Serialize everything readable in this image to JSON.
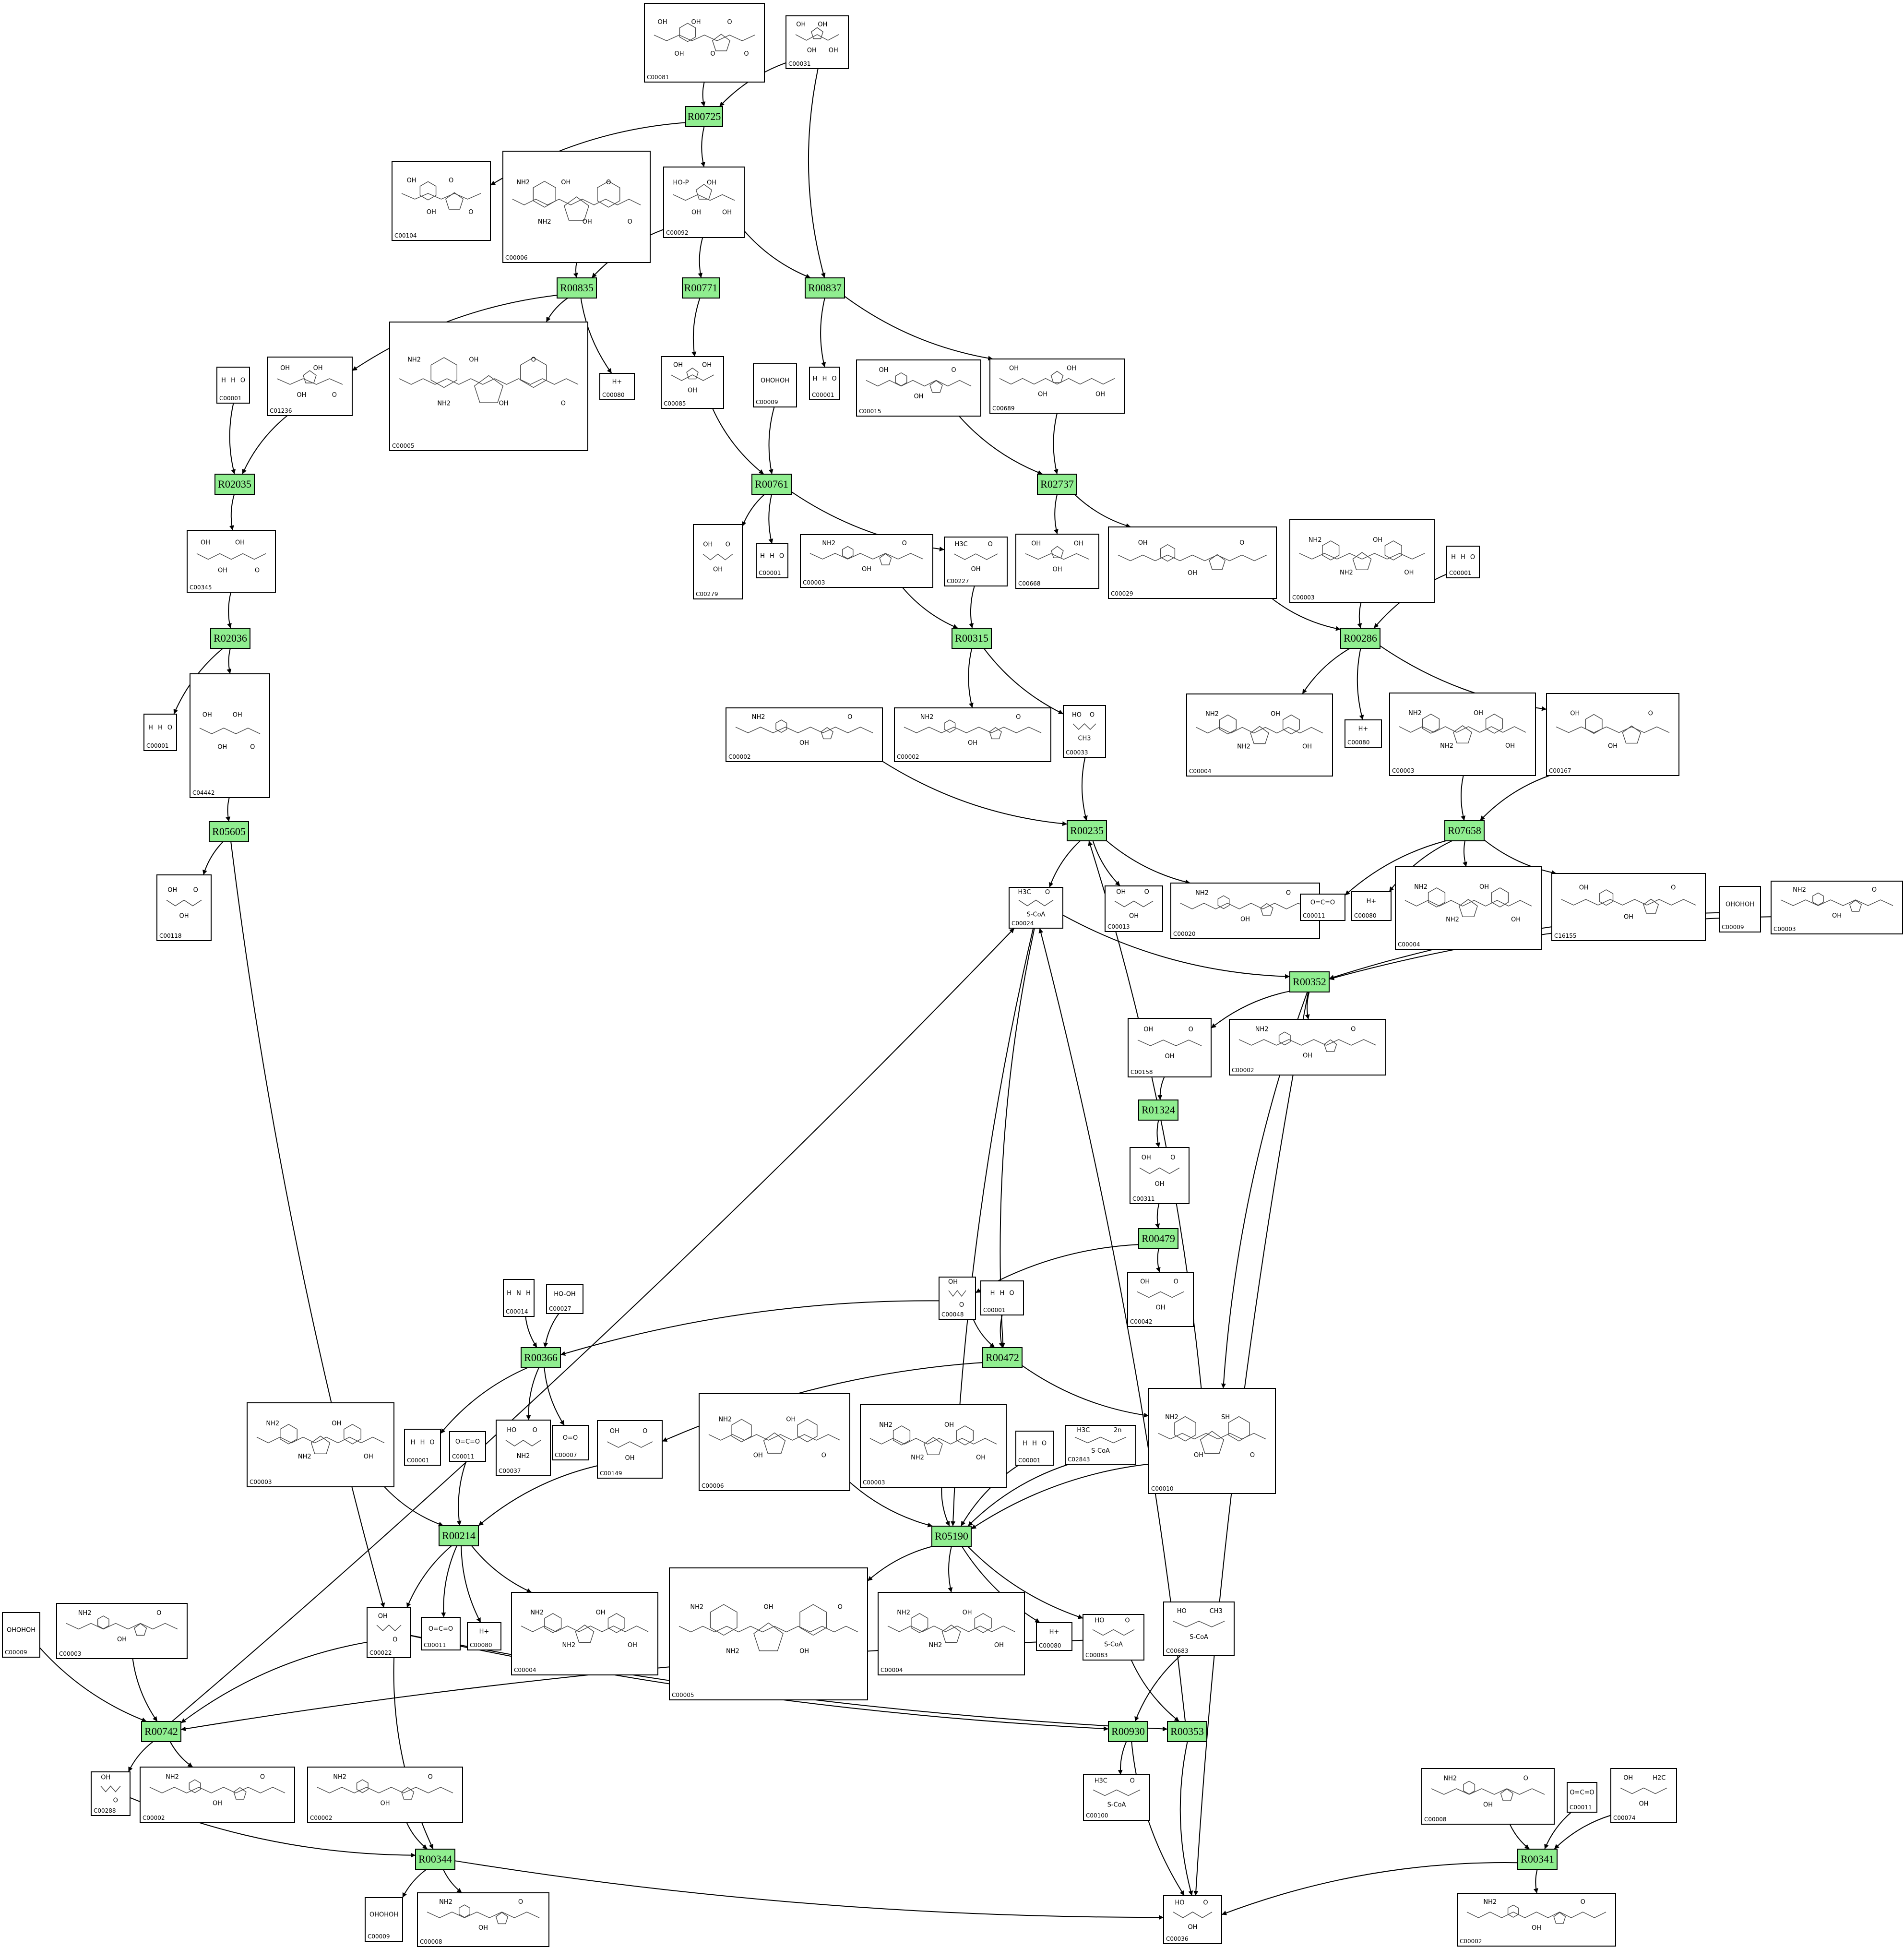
{
  "colors": {
    "reaction_fill": "#90EE90",
    "stroke": "#000000",
    "background": "#ffffff"
  },
  "compounds": [
    {
      "id": "c1",
      "label": "C00081",
      "structure": "nucleotide",
      "atoms": [
        "OH",
        "OH",
        "OH",
        "O",
        "O",
        "O"
      ]
    },
    {
      "id": "c2",
      "label": "C00031",
      "structure": "sugar",
      "atoms": [
        "OH",
        "OH",
        "OH",
        "OH"
      ]
    },
    {
      "id": "c3",
      "label": "C00104",
      "structure": "nucleotide",
      "atoms": [
        "OH",
        "OH",
        "O",
        "O"
      ]
    },
    {
      "id": "c4",
      "label": "C00006",
      "structure": "large",
      "atoms": [
        "NH2",
        "NH2",
        "OH",
        "OH",
        "O",
        "O"
      ]
    },
    {
      "id": "c5",
      "label": "C00092",
      "structure": "sugar",
      "atoms": [
        "HO-P",
        "OH",
        "OH",
        "OH"
      ]
    },
    {
      "id": "c6",
      "label": "C01236",
      "structure": "sugar",
      "atoms": [
        "OH",
        "OH",
        "OH",
        "O"
      ]
    },
    {
      "id": "c7",
      "label": "C00001",
      "structure": "small",
      "atoms": [
        "H",
        "H",
        "O"
      ]
    },
    {
      "id": "c8",
      "label": "C00005",
      "structure": "large",
      "atoms": [
        "NH2",
        "NH2",
        "OH",
        "OH",
        "O",
        "O"
      ]
    },
    {
      "id": "c9",
      "label": "C00080",
      "structure": "small",
      "atoms": [
        "H+"
      ]
    },
    {
      "id": "c10",
      "label": "C00085",
      "structure": "sugar",
      "atoms": [
        "OH",
        "OH",
        "OH"
      ]
    },
    {
      "id": "c11",
      "label": "C00009",
      "structure": "small",
      "atoms": [
        "OH",
        "OH",
        "OH"
      ]
    },
    {
      "id": "c12",
      "label": "C00001",
      "structure": "small",
      "atoms": [
        "H",
        "H",
        "O"
      ]
    },
    {
      "id": "c13",
      "label": "C00015",
      "structure": "nucleotide",
      "atoms": [
        "OH",
        "OH",
        "O"
      ]
    },
    {
      "id": "c14",
      "label": "C00689",
      "structure": "sugar",
      "atoms": [
        "OH",
        "OH",
        "OH",
        "OH"
      ]
    },
    {
      "id": "c15",
      "label": "C00345",
      "structure": "chain",
      "atoms": [
        "OH",
        "OH",
        "OH",
        "O"
      ]
    },
    {
      "id": "c16",
      "label": "C00279",
      "structure": "chain",
      "atoms": [
        "OH",
        "OH",
        "O"
      ]
    },
    {
      "id": "c17",
      "label": "C00001",
      "structure": "small",
      "atoms": [
        "H",
        "H",
        "O"
      ]
    },
    {
      "id": "c18",
      "label": "C00003",
      "structure": "nucleotide",
      "atoms": [
        "NH2",
        "OH",
        "O"
      ]
    },
    {
      "id": "c19",
      "label": "C00227",
      "structure": "chain",
      "atoms": [
        "H3C",
        "OH",
        "O"
      ]
    },
    {
      "id": "c20",
      "label": "C00668",
      "structure": "sugar",
      "atoms": [
        "OH",
        "OH",
        "OH"
      ]
    },
    {
      "id": "c21",
      "label": "C00029",
      "structure": "nucleotide",
      "atoms": [
        "OH",
        "OH",
        "O"
      ]
    },
    {
      "id": "c22",
      "label": "C00003",
      "structure": "large",
      "atoms": [
        "NH2",
        "NH2",
        "OH",
        "OH"
      ]
    },
    {
      "id": "c23",
      "label": "C00001",
      "structure": "small",
      "atoms": [
        "H",
        "H",
        "O"
      ]
    },
    {
      "id": "c24",
      "label": "C00001",
      "structure": "small",
      "atoms": [
        "H",
        "H",
        "O"
      ]
    },
    {
      "id": "c25",
      "label": "C04442",
      "structure": "chain",
      "atoms": [
        "OH",
        "OH",
        "OH",
        "O"
      ]
    },
    {
      "id": "c26",
      "label": "C00002",
      "structure": "nucleotide",
      "atoms": [
        "NH2",
        "OH",
        "O"
      ]
    },
    {
      "id": "c27",
      "label": "C00002",
      "structure": "nucleotide",
      "atoms": [
        "NH2",
        "OH",
        "O"
      ]
    },
    {
      "id": "c28",
      "label": "C00033",
      "structure": "chain",
      "atoms": [
        "HO",
        "CH3",
        "O"
      ]
    },
    {
      "id": "c29",
      "label": "C00004",
      "structure": "large",
      "atoms": [
        "NH2",
        "NH2",
        "OH",
        "OH"
      ]
    },
    {
      "id": "c30",
      "label": "C00080",
      "structure": "small",
      "atoms": [
        "H+"
      ]
    },
    {
      "id": "c31",
      "label": "C00003",
      "structure": "large",
      "atoms": [
        "NH2",
        "NH2",
        "OH",
        "OH"
      ]
    },
    {
      "id": "c32",
      "label": "C00167",
      "structure": "nucleotide",
      "atoms": [
        "OH",
        "OH",
        "O"
      ]
    },
    {
      "id": "c33",
      "label": "C00118",
      "structure": "chain",
      "atoms": [
        "OH",
        "OH",
        "O"
      ]
    },
    {
      "id": "c34",
      "label": "C00024",
      "structure": "chain",
      "atoms": [
        "H3C",
        "S-CoA",
        "O"
      ]
    },
    {
      "id": "c35",
      "label": "C00013",
      "structure": "chain",
      "atoms": [
        "OH",
        "OH",
        "O"
      ]
    },
    {
      "id": "c36",
      "label": "C00020",
      "structure": "nucleotide",
      "atoms": [
        "NH2",
        "OH",
        "O"
      ]
    },
    {
      "id": "c37",
      "label": "C00011",
      "structure": "small",
      "atoms": [
        "O=C=O"
      ]
    },
    {
      "id": "c38",
      "label": "C00080",
      "structure": "small",
      "atoms": [
        "H+"
      ]
    },
    {
      "id": "c39",
      "label": "C00004",
      "structure": "large",
      "atoms": [
        "NH2",
        "NH2",
        "OH",
        "OH"
      ]
    },
    {
      "id": "c40",
      "label": "C16155",
      "structure": "nucleotide",
      "atoms": [
        "OH",
        "OH",
        "O"
      ]
    },
    {
      "id": "c41",
      "label": "C00009",
      "structure": "small",
      "atoms": [
        "OH",
        "OH",
        "OH"
      ]
    },
    {
      "id": "c42",
      "label": "C00003",
      "structure": "nucleotide",
      "atoms": [
        "NH2",
        "OH",
        "O"
      ]
    },
    {
      "id": "c43",
      "label": "C00158",
      "structure": "chain",
      "atoms": [
        "OH",
        "OH",
        "O"
      ]
    },
    {
      "id": "c44",
      "label": "C00002",
      "structure": "nucleotide",
      "atoms": [
        "NH2",
        "OH",
        "O"
      ]
    },
    {
      "id": "c45",
      "label": "C00311",
      "structure": "chain",
      "atoms": [
        "OH",
        "OH",
        "O"
      ]
    },
    {
      "id": "c46",
      "label": "C00042",
      "structure": "chain",
      "atoms": [
        "OH",
        "OH",
        "O"
      ]
    },
    {
      "id": "c47",
      "label": "C00014",
      "structure": "small",
      "atoms": [
        "H",
        "N",
        "H"
      ]
    },
    {
      "id": "c48",
      "label": "C00027",
      "structure": "small",
      "atoms": [
        "HO-OH"
      ]
    },
    {
      "id": "c49",
      "label": "C00048",
      "structure": "chain",
      "atoms": [
        "OH",
        "O"
      ]
    },
    {
      "id": "c50",
      "label": "C00001",
      "structure": "small",
      "atoms": [
        "H",
        "H",
        "O"
      ]
    },
    {
      "id": "c51",
      "label": "C00003",
      "structure": "large",
      "atoms": [
        "NH2",
        "NH2",
        "OH",
        "OH"
      ]
    },
    {
      "id": "c52",
      "label": "C00001",
      "structure": "small",
      "atoms": [
        "H",
        "H",
        "O"
      ]
    },
    {
      "id": "c53",
      "label": "C00011",
      "structure": "small",
      "atoms": [
        "O=C=O"
      ]
    },
    {
      "id": "c54",
      "label": "C00037",
      "structure": "chain",
      "atoms": [
        "HO",
        "NH2",
        "O"
      ]
    },
    {
      "id": "c55",
      "label": "C00007",
      "structure": "small",
      "atoms": [
        "O=O"
      ]
    },
    {
      "id": "c56",
      "label": "C00149",
      "structure": "chain",
      "atoms": [
        "OH",
        "OH",
        "O"
      ]
    },
    {
      "id": "c57",
      "label": "C00006",
      "structure": "large",
      "atoms": [
        "NH2",
        "OH",
        "OH",
        "O"
      ]
    },
    {
      "id": "c58",
      "label": "C00003",
      "structure": "large",
      "atoms": [
        "NH2",
        "NH2",
        "OH",
        "OH"
      ]
    },
    {
      "id": "c59",
      "label": "C00001",
      "structure": "small",
      "atoms": [
        "H",
        "H",
        "O"
      ]
    },
    {
      "id": "c60",
      "label": "C02843",
      "structure": "chain",
      "atoms": [
        "H3C",
        "S-CoA",
        "2n"
      ]
    },
    {
      "id": "c61",
      "label": "C00010",
      "structure": "large",
      "atoms": [
        "NH2",
        "OH",
        "SH",
        "O"
      ]
    },
    {
      "id": "c62",
      "label": "C00009",
      "structure": "small",
      "atoms": [
        "OH",
        "OH",
        "OH"
      ]
    },
    {
      "id": "c63",
      "label": "C00003",
      "structure": "nucleotide",
      "atoms": [
        "NH2",
        "OH",
        "O"
      ]
    },
    {
      "id": "c64",
      "label": "C00022",
      "structure": "chain",
      "atoms": [
        "OH",
        "O"
      ]
    },
    {
      "id": "c65",
      "label": "C00011",
      "structure": "small",
      "atoms": [
        "O=C=O"
      ]
    },
    {
      "id": "c66",
      "label": "C00080",
      "structure": "small",
      "atoms": [
        "H+"
      ]
    },
    {
      "id": "c67",
      "label": "C00004",
      "structure": "large",
      "atoms": [
        "NH2",
        "NH2",
        "OH",
        "OH"
      ]
    },
    {
      "id": "c68",
      "label": "C00005",
      "structure": "large",
      "atoms": [
        "NH2",
        "NH2",
        "OH",
        "OH",
        "O"
      ]
    },
    {
      "id": "c69",
      "label": "C00004",
      "structure": "large",
      "atoms": [
        "NH2",
        "NH2",
        "OH",
        "OH"
      ]
    },
    {
      "id": "c70",
      "label": "C00080",
      "structure": "small",
      "atoms": [
        "H+"
      ]
    },
    {
      "id": "c71",
      "label": "C00083",
      "structure": "chain",
      "atoms": [
        "HO",
        "S-CoA",
        "O"
      ]
    },
    {
      "id": "c72",
      "label": "C00683",
      "structure": "chain",
      "atoms": [
        "HO",
        "S-CoA",
        "CH3"
      ]
    },
    {
      "id": "c73",
      "label": "C00288",
      "structure": "chain",
      "atoms": [
        "OH",
        "O"
      ]
    },
    {
      "id": "c74",
      "label": "C00002",
      "structure": "nucleotide",
      "atoms": [
        "NH2",
        "OH",
        "O"
      ]
    },
    {
      "id": "c75",
      "label": "C00002",
      "structure": "nucleotide",
      "atoms": [
        "NH2",
        "OH",
        "O"
      ]
    },
    {
      "id": "c76",
      "label": "C00100",
      "structure": "chain",
      "atoms": [
        "H3C",
        "S-CoA",
        "O"
      ]
    },
    {
      "id": "c77",
      "label": "C00008",
      "structure": "nucleotide",
      "atoms": [
        "NH2",
        "OH",
        "O"
      ]
    },
    {
      "id": "c78",
      "label": "C00011",
      "structure": "small",
      "atoms": [
        "O=C=O"
      ]
    },
    {
      "id": "c79",
      "label": "C00074",
      "structure": "chain",
      "atoms": [
        "OH",
        "OH",
        "H2C"
      ]
    },
    {
      "id": "c80",
      "label": "C00009",
      "structure": "small",
      "atoms": [
        "OH",
        "OH",
        "OH"
      ]
    },
    {
      "id": "c81",
      "label": "C00008",
      "structure": "nucleotide",
      "atoms": [
        "NH2",
        "OH",
        "O"
      ]
    },
    {
      "id": "c82",
      "label": "C00036",
      "structure": "chain",
      "atoms": [
        "HO",
        "OH",
        "O"
      ]
    },
    {
      "id": "c83",
      "label": "C00002",
      "structure": "nucleotide",
      "atoms": [
        "NH2",
        "OH",
        "O"
      ]
    }
  ],
  "reactions": [
    {
      "id": "r1",
      "label": "R00725"
    },
    {
      "id": "r2",
      "label": "R00835"
    },
    {
      "id": "r3",
      "label": "R00771"
    },
    {
      "id": "r4",
      "label": "R00837"
    },
    {
      "id": "r5",
      "label": "R02035"
    },
    {
      "id": "r6",
      "label": "R00761"
    },
    {
      "id": "r7",
      "label": "R02737"
    },
    {
      "id": "r8",
      "label": "R02036"
    },
    {
      "id": "r9",
      "label": "R00315"
    },
    {
      "id": "r10",
      "label": "R00286"
    },
    {
      "id": "r11",
      "label": "R05605"
    },
    {
      "id": "r12",
      "label": "R00235"
    },
    {
      "id": "r13",
      "label": "R07658"
    },
    {
      "id": "r14",
      "label": "R00352"
    },
    {
      "id": "r15",
      "label": "R01324"
    },
    {
      "id": "r16",
      "label": "R00479"
    },
    {
      "id": "r17",
      "label": "R00366"
    },
    {
      "id": "r18",
      "label": "R00472"
    },
    {
      "id": "r19",
      "label": "R00214"
    },
    {
      "id": "r20",
      "label": "R05190"
    },
    {
      "id": "r21",
      "label": "R00742"
    },
    {
      "id": "r22",
      "label": "R00930"
    },
    {
      "id": "r23",
      "label": "R00353"
    },
    {
      "id": "r24",
      "label": "R00344"
    },
    {
      "id": "r25",
      "label": "R00341"
    }
  ],
  "edges": [
    [
      "c1",
      "r1"
    ],
    [
      "c2",
      "r1"
    ],
    [
      "r1",
      "c3"
    ],
    [
      "r1",
      "c5"
    ],
    [
      "c2",
      "r4"
    ],
    [
      "c4",
      "r2"
    ],
    [
      "c5",
      "r2"
    ],
    [
      "c5",
      "r3"
    ],
    [
      "c5",
      "r4"
    ],
    [
      "r2",
      "c6"
    ],
    [
      "r2",
      "c8"
    ],
    [
      "r2",
      "c9"
    ],
    [
      "r3",
      "c10"
    ],
    [
      "r4",
      "c12"
    ],
    [
      "r4",
      "c14"
    ],
    [
      "c7",
      "r5"
    ],
    [
      "c6",
      "r5"
    ],
    [
      "r5",
      "c15"
    ],
    [
      "c10",
      "r6"
    ],
    [
      "c11",
      "r6"
    ],
    [
      "r6",
      "c16"
    ],
    [
      "r6",
      "c17"
    ],
    [
      "r6",
      "c19"
    ],
    [
      "c13",
      "r7"
    ],
    [
      "c14",
      "r7"
    ],
    [
      "r7",
      "c20"
    ],
    [
      "r7",
      "c21"
    ],
    [
      "c15",
      "r8"
    ],
    [
      "r8",
      "c24"
    ],
    [
      "r8",
      "c25"
    ],
    [
      "c18",
      "r9"
    ],
    [
      "c19",
      "r9"
    ],
    [
      "r9",
      "c27"
    ],
    [
      "r9",
      "c28"
    ],
    [
      "c21",
      "r10"
    ],
    [
      "c22",
      "r10"
    ],
    [
      "c23",
      "r10"
    ],
    [
      "r10",
      "c29"
    ],
    [
      "r10",
      "c30"
    ],
    [
      "r10",
      "c32"
    ],
    [
      "c25",
      "r11"
    ],
    [
      "r11",
      "c33"
    ],
    [
      "r11",
      "c64"
    ],
    [
      "c26",
      "r12"
    ],
    [
      "c28",
      "r12"
    ],
    [
      "r12",
      "c34"
    ],
    [
      "r12",
      "c35"
    ],
    [
      "r12",
      "c36"
    ],
    [
      "c31",
      "r13"
    ],
    [
      "c32",
      "r13"
    ],
    [
      "r13",
      "c37"
    ],
    [
      "r13",
      "c38"
    ],
    [
      "r13",
      "c39"
    ],
    [
      "r13",
      "c40"
    ],
    [
      "c34",
      "r14"
    ],
    [
      "c41",
      "r14"
    ],
    [
      "c42",
      "r14"
    ],
    [
      "r14",
      "c43"
    ],
    [
      "r14",
      "c44"
    ],
    [
      "r14",
      "c61"
    ],
    [
      "c43",
      "r15"
    ],
    [
      "r15",
      "c45"
    ],
    [
      "c45",
      "r16"
    ],
    [
      "r16",
      "c46"
    ],
    [
      "r16",
      "c49"
    ],
    [
      "c47",
      "r17"
    ],
    [
      "c48",
      "r17"
    ],
    [
      "c49",
      "r17"
    ],
    [
      "r17",
      "c52"
    ],
    [
      "r17",
      "c54"
    ],
    [
      "r17",
      "c55"
    ],
    [
      "c49",
      "r18"
    ],
    [
      "c50",
      "r18"
    ],
    [
      "c34",
      "r18"
    ],
    [
      "r18",
      "c56"
    ],
    [
      "r18",
      "c61"
    ],
    [
      "c61",
      "r12"
    ],
    [
      "c51",
      "r19"
    ],
    [
      "c56",
      "r19"
    ],
    [
      "c53",
      "r19"
    ],
    [
      "r19",
      "c64"
    ],
    [
      "r19",
      "c65"
    ],
    [
      "r19",
      "c66"
    ],
    [
      "r19",
      "c67"
    ],
    [
      "c34",
      "r20"
    ],
    [
      "c57",
      "r20"
    ],
    [
      "c58",
      "r20"
    ],
    [
      "c59",
      "r20"
    ],
    [
      "c60",
      "r20"
    ],
    [
      "c61",
      "r20"
    ],
    [
      "r20",
      "c68"
    ],
    [
      "r20",
      "c69"
    ],
    [
      "r20",
      "c70"
    ],
    [
      "r20",
      "c71"
    ],
    [
      "c62",
      "r21"
    ],
    [
      "c63",
      "r21"
    ],
    [
      "c64",
      "r21"
    ],
    [
      "c71",
      "r21"
    ],
    [
      "r21",
      "c34"
    ],
    [
      "r21",
      "c73"
    ],
    [
      "r21",
      "c74"
    ],
    [
      "c64",
      "r22"
    ],
    [
      "c72",
      "r22"
    ],
    [
      "r22",
      "c76"
    ],
    [
      "r22",
      "c82"
    ],
    [
      "c64",
      "r23"
    ],
    [
      "c71",
      "r23"
    ],
    [
      "r23",
      "c34"
    ],
    [
      "r23",
      "c82"
    ],
    [
      "c73",
      "r24"
    ],
    [
      "c75",
      "r24"
    ],
    [
      "c64",
      "r24"
    ],
    [
      "r24",
      "c80"
    ],
    [
      "r24",
      "c81"
    ],
    [
      "r24",
      "c82"
    ],
    [
      "c77",
      "r25"
    ],
    [
      "c78",
      "r25"
    ],
    [
      "c79",
      "r25"
    ],
    [
      "r25",
      "c83"
    ],
    [
      "r25",
      "c82"
    ],
    [
      "r14",
      "c82"
    ]
  ]
}
